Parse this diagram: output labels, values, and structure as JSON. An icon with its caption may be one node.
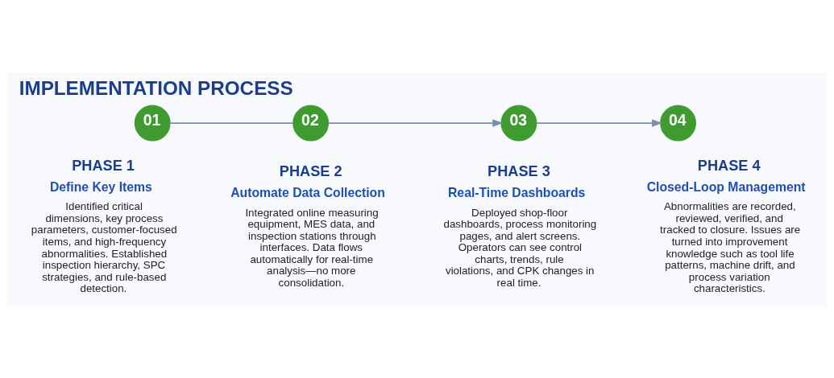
{
  "diagram": {
    "title": "IMPLEMENTATION PROCESS",
    "nodes": [
      {
        "text": [
          "01"
        ],
        "beside": [
          "PHASE 1",
          "Define Key Items",
          "Identified critical dimensions, key process parameters, customer-focused items, and high-frequency abnormalities. Established inspection hierarchy, SPC strategies, and rule-based detection."
        ]
      },
      {
        "text": [
          "02"
        ],
        "beside": [
          "PHASE 2",
          "Automate Data Collection",
          "Integrated online measuring equipment, MES data, and inspection stations through interfaces. Data flows automatically for real-time analysis—no more consolidation."
        ]
      },
      {
        "text": [
          "03"
        ],
        "beside": [
          "PHASE 3",
          "Real-Time Dashboards",
          "Deployed shop-floor dashboards, process monitoring pages, and alert screens. Operators can see control charts, trends, rule violations, and CPK changes in real time."
        ]
      },
      {
        "text": [
          "04"
        ],
        "beside": [
          "PHASE 4",
          "Closed-Loop Management",
          "Abnormalities are recorded, reviewed, verified, and tracked to closure. Issues are turned into improvement knowledge such as tool life patterns, machine drift, and process variation characteristics."
        ]
      }
    ],
    "edges": [
      {
        "from": 0,
        "to": 1,
        "arrow": "none"
      },
      {
        "from": 1,
        "to": 2,
        "arrow": "to"
      },
      {
        "from": 2,
        "to": 3,
        "arrow": "to"
      }
    ]
  }
}
